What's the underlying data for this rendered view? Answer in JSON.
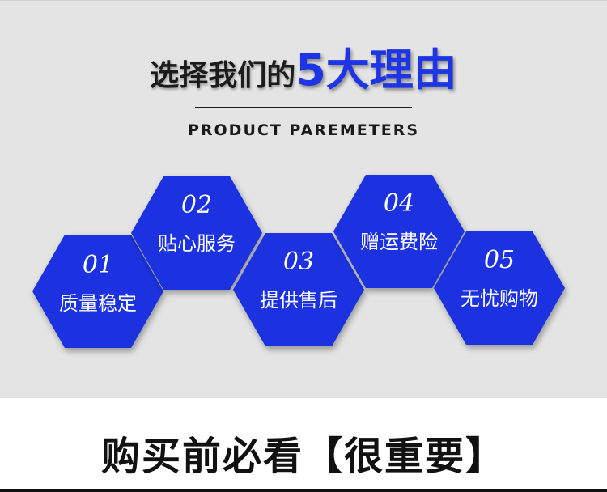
{
  "header": {
    "title_prefix": "选择我们的",
    "title_highlight": "5大理由",
    "subtitle": "PRODUCT PAREMETERS"
  },
  "reasons": [
    {
      "num": "01",
      "label": "质量稳定"
    },
    {
      "num": "02",
      "label": "贴心服务"
    },
    {
      "num": "03",
      "label": "提供售后"
    },
    {
      "num": "04",
      "label": "赠运费险"
    },
    {
      "num": "05",
      "label": "无忧购物"
    }
  ],
  "footer": {
    "title": "购买前必看【很重要】"
  },
  "colors": {
    "accent": "#1d35e6",
    "hex_fill": "#1a30e0",
    "panel": "#e4e4e4",
    "text": "#1b1b1b"
  }
}
